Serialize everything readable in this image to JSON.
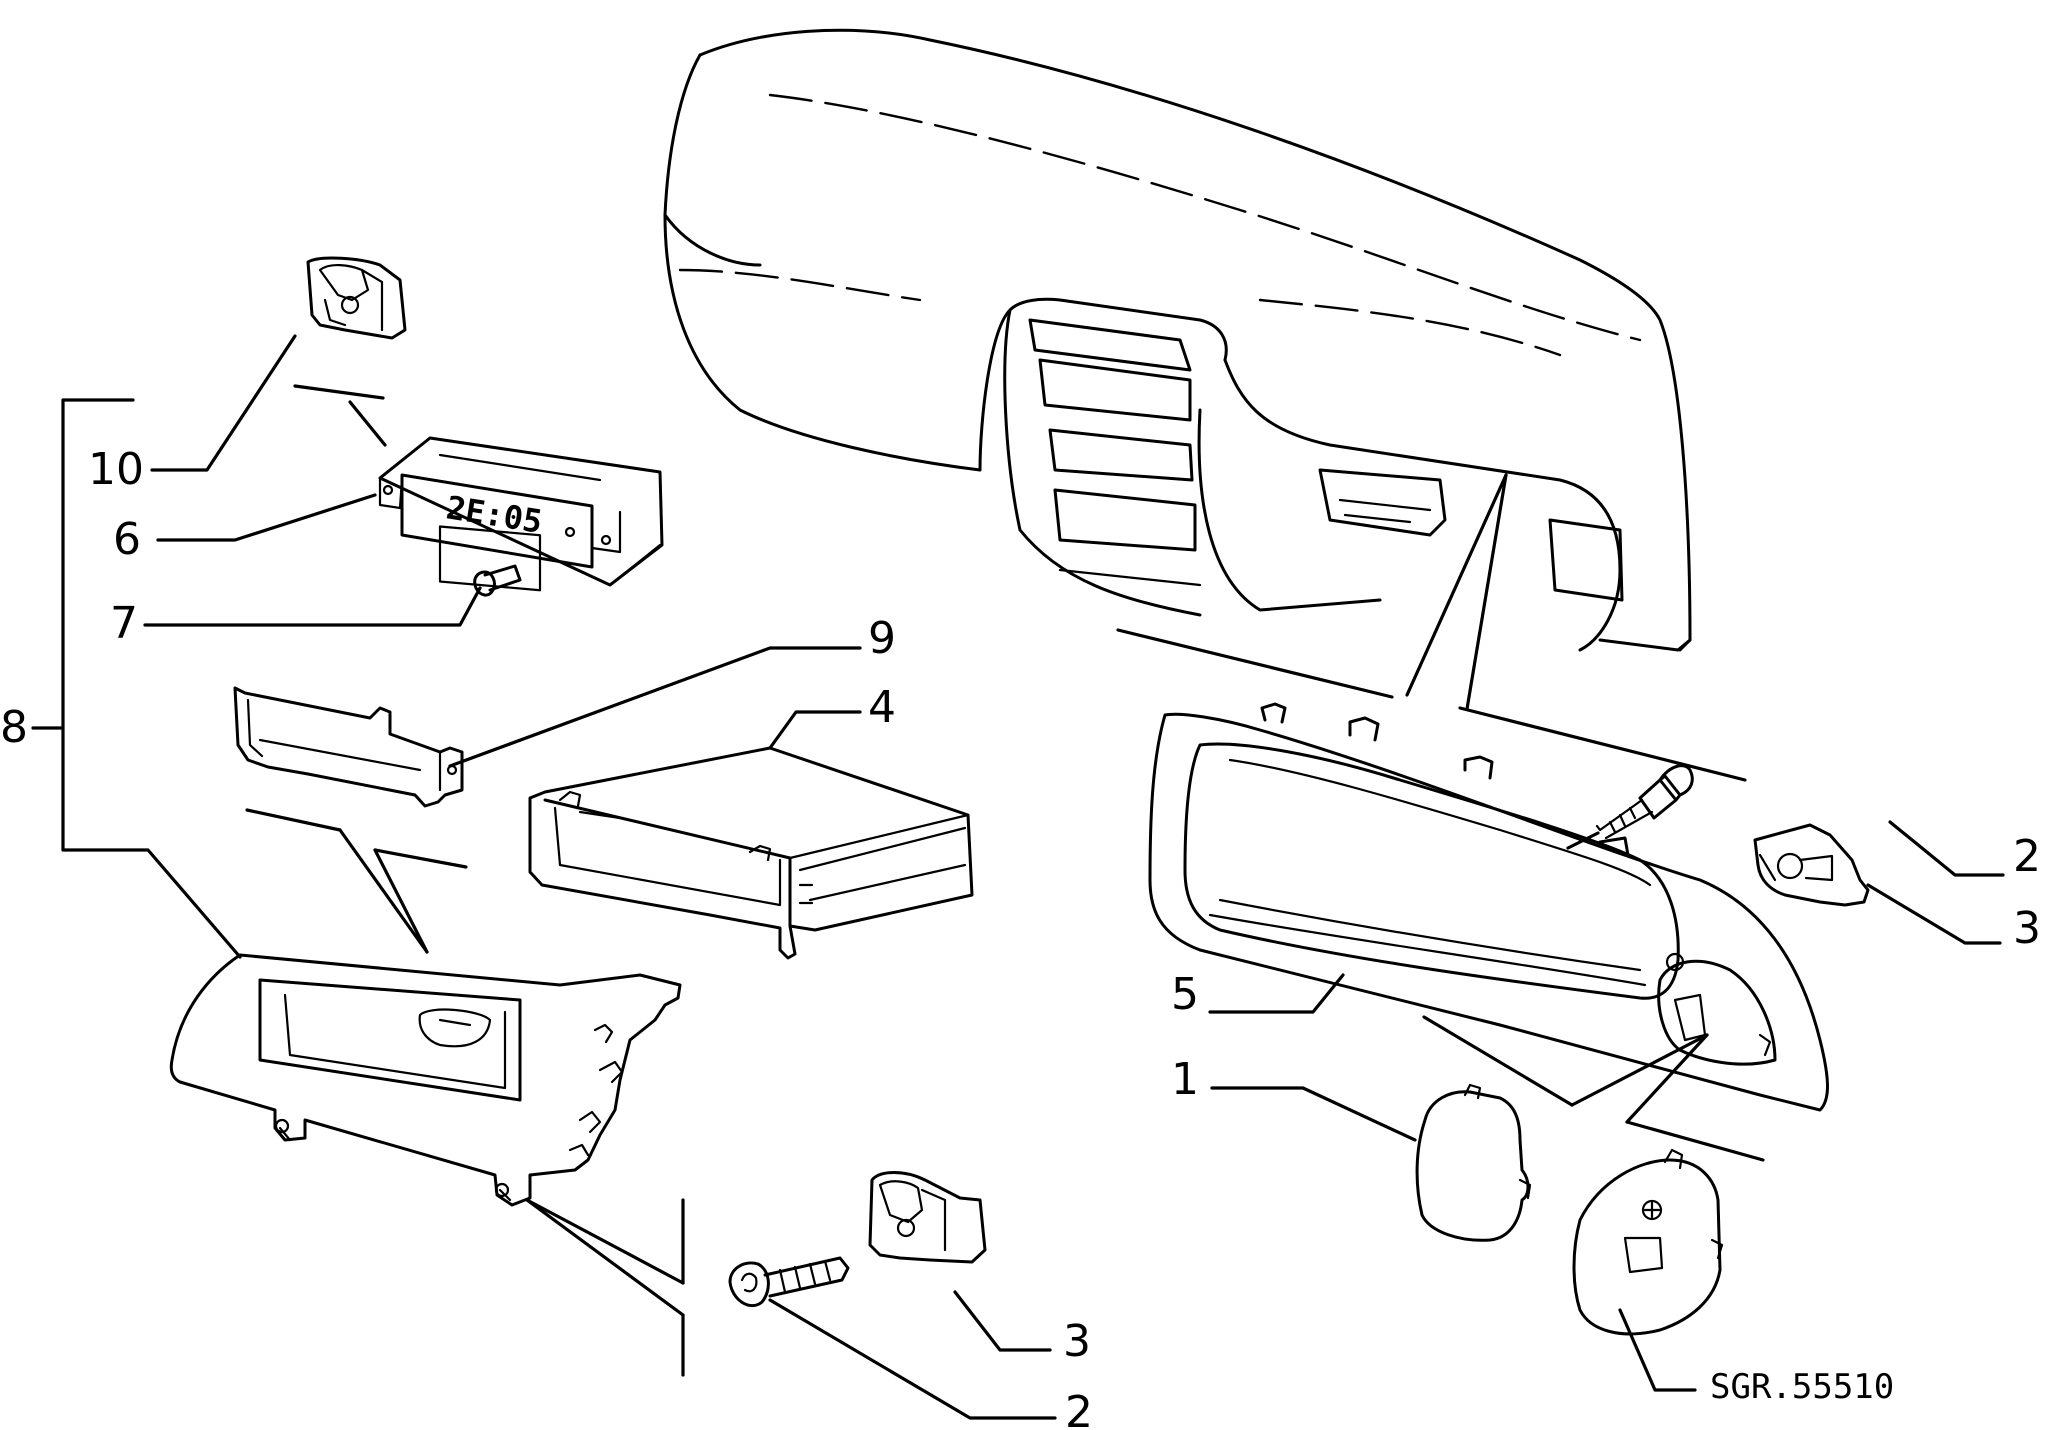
{
  "callouts": {
    "c10": "10",
    "c6": "6",
    "c7": "7",
    "c8": "8",
    "c9": "9",
    "c4": "4",
    "c3_bottom": "3",
    "c2_bottom": "2",
    "c2_right": "2",
    "c3_right": "3",
    "c5": "5",
    "c1": "1"
  },
  "clock_display": "2E:05",
  "reference_code": "SGR.55510"
}
